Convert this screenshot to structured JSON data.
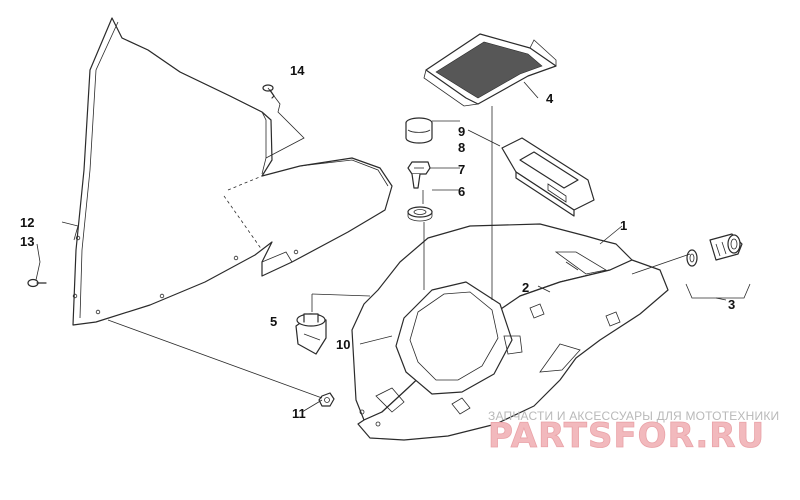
{
  "callouts": {
    "c1": "1",
    "c2": "2",
    "c3": "3",
    "c4": "4",
    "c5": "5",
    "c6": "6",
    "c7": "7",
    "c8": "8",
    "c9": "9",
    "c10": "10",
    "c11": "11",
    "c12": "12",
    "c13": "13",
    "c14": "14"
  },
  "watermark": {
    "subtitle": "ЗАПЧАСТИ И АКСЕССУАРЫ ДЛЯ МОТОТЕХНИКИ",
    "brand": "PARTSFOR.RU"
  },
  "colors": {
    "line": "#2b2b2b",
    "watermark_brand": "#f2b9bd",
    "watermark_sub": "#b9b9b9"
  }
}
